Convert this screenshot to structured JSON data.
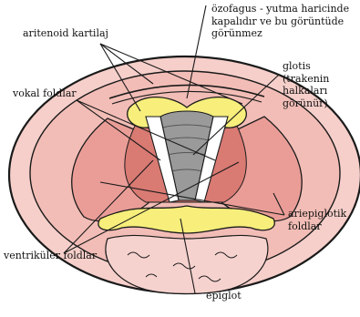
{
  "labels": {
    "arytenoid": "aritenoid kartilaj",
    "esophagus": [
      "özofagus - yutma haricinde",
      "kapalıdır ve bu görüntüde",
      "görünmez"
    ],
    "glottis": [
      "glotis (trakenin",
      "halkaları",
      "görünür)"
    ],
    "vocal_folds": "vokal foldlar",
    "aryepiglottic": [
      "ariepiglotik",
      "foldlar"
    ],
    "ventricular": "ventriküler foldlar",
    "epiglottis": "epiglot"
  },
  "colors": {
    "outline": "#1a1a1a",
    "mucosa_pink": "#f4c6c0",
    "fold_pink": "#ea9d97",
    "deep_red": "#d55a56",
    "cartilage_yellow": "#f7ee7b",
    "trachea_grey": "#9a9a9a",
    "glottis_white": "#ffffff"
  }
}
